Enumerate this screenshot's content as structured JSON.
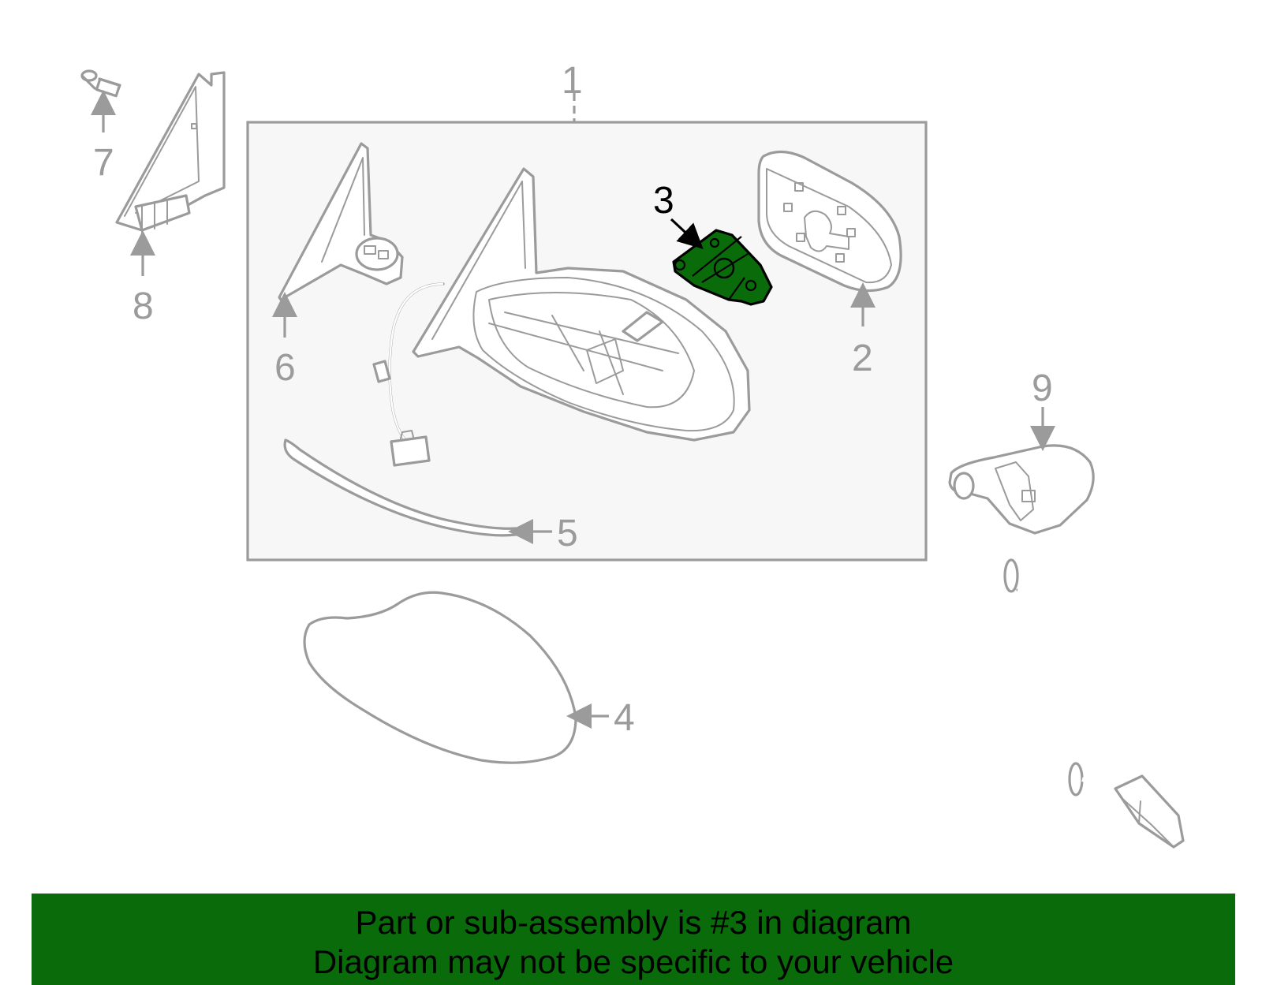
{
  "diagram": {
    "callouts": {
      "c1": "1",
      "c2": "2",
      "c3": "3",
      "c4": "4",
      "c5": "5",
      "c6": "6",
      "c7": "7",
      "c8": "8",
      "c9": "9"
    },
    "highlighted_part": "3",
    "colors": {
      "line": "#9b9b9b",
      "highlight": "#0a6b0a",
      "assembly_box_fill": "#f7f7f7",
      "banner": "#0a6b0a"
    }
  },
  "banner": {
    "line1": "Part or sub-assembly is #3 in diagram",
    "line2": "Diagram may not be specific to your vehicle"
  }
}
